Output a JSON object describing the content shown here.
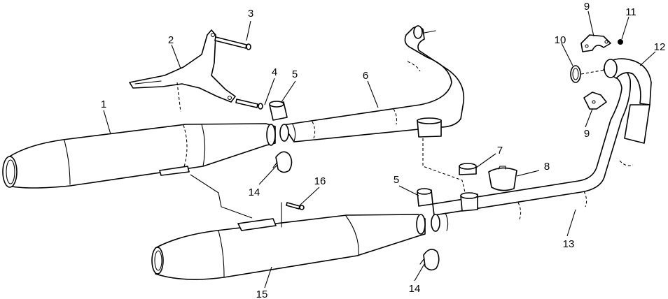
{
  "diagram": {
    "type": "exploded-parts-diagram",
    "callouts": [
      "1",
      "2",
      "3",
      "4",
      "5",
      "6",
      "14",
      "16",
      "15",
      "5",
      "7",
      "8",
      "13",
      "12",
      "9",
      "11",
      "10",
      "9",
      "14"
    ],
    "line_color": "#000000",
    "background": "#ffffff"
  }
}
